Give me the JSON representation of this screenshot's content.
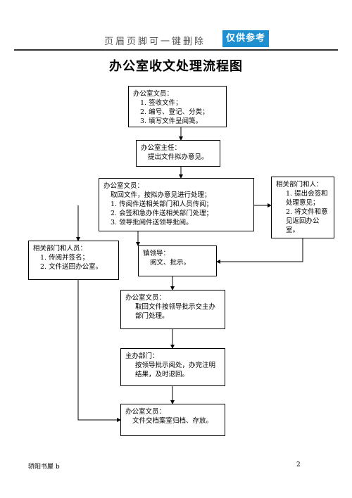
{
  "header": {
    "text": "页眉页脚可一键删除",
    "badge": "仅供参考"
  },
  "title": "办公室收文处理流程图",
  "boxes": {
    "b1": {
      "head": "办公室文员：",
      "lines": [
        "1. 签收文件；",
        "2. 编号、登记、分类；",
        "3. 填写文件呈阅笺。"
      ]
    },
    "b2": {
      "head": "办公室主任：",
      "lines": [
        "提出文件拟办意见。"
      ]
    },
    "b3": {
      "head": "办公室文员：",
      "lines": [
        "取回文件，按拟办意见进行处理；",
        "1. 传阅件送相关部门和人员传阅；",
        "2. 会签和急办件送相关部门处理；",
        "3. 领导批阅件送领导批阅。"
      ]
    },
    "b4": {
      "head": "相关部门和人：",
      "lines": [
        "1.   提出会签和处理意见；",
        "2.   将文件和意见返回办公室。"
      ]
    },
    "b5": {
      "head": "相关部门和人员：",
      "lines": [
        "1. 传阅并签名；",
        "2. 文件送回办公室。"
      ]
    },
    "b6": {
      "head": "镇领导：",
      "lines": [
        "阅文、批示。"
      ]
    },
    "b7": {
      "head": "办公室文员：",
      "lines": [
        "取回文件按领导批示交主办部门处理。"
      ]
    },
    "b8": {
      "head": "主办部门：",
      "lines": [
        "按领导批示阅处，办完注明结果，及时退回。"
      ]
    },
    "b9": {
      "head": "办公室文员：",
      "lines": [
        "文件交档案室归档、存放。"
      ]
    }
  },
  "footer": {
    "left": "骄阳书屋 b",
    "page": "2"
  }
}
